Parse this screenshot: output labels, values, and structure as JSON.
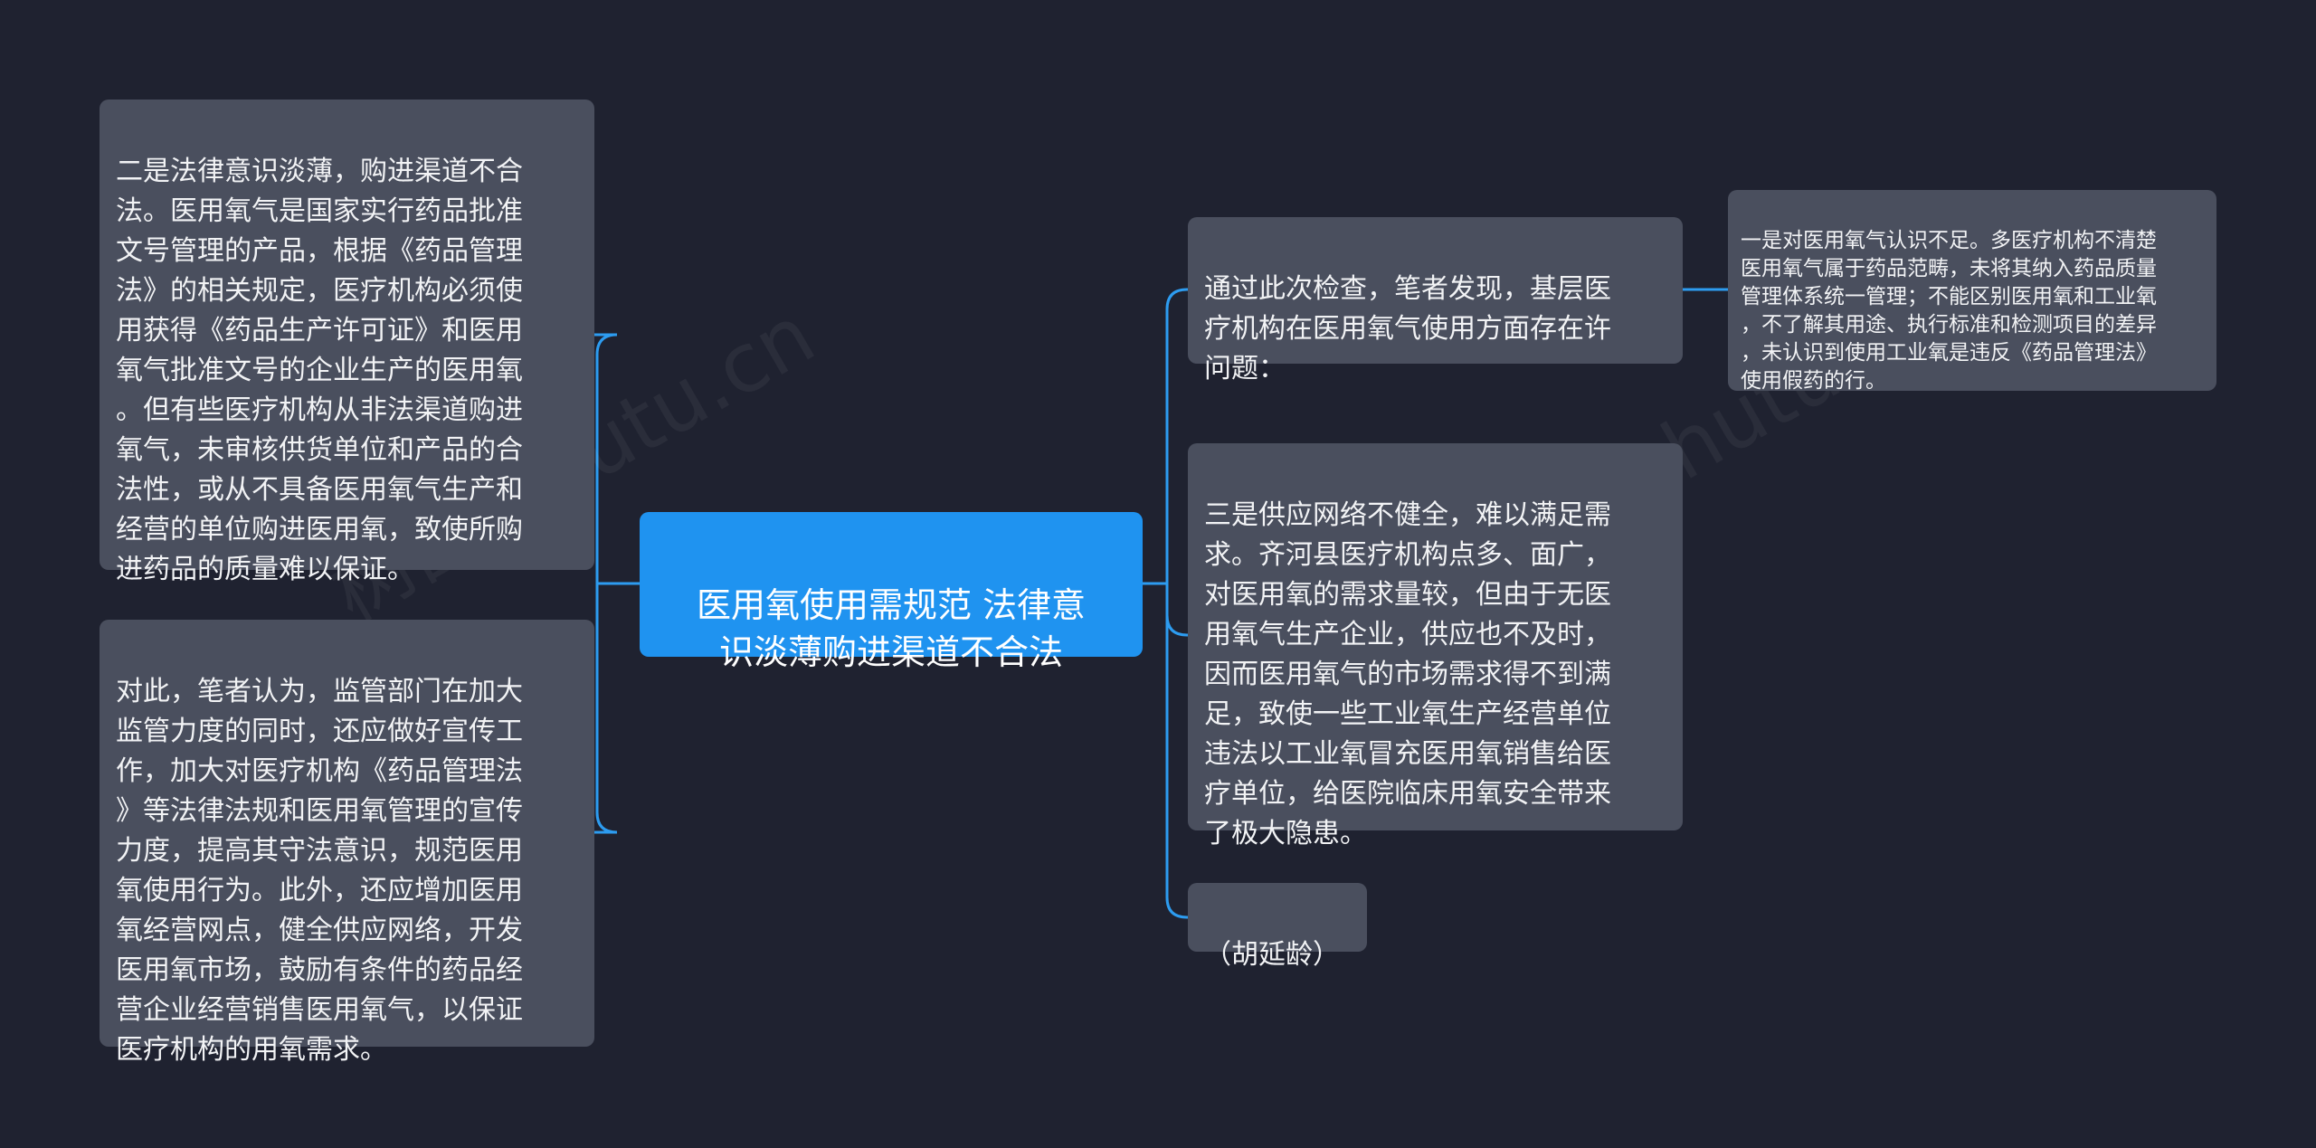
{
  "root": {
    "text": "医用氧使用需规范 法律意\n识淡薄购进渠道不合法"
  },
  "left_nodes": [
    {
      "text": "二是法律意识淡薄，购进渠道不合\n法。医用氧气是国家实行药品批准\n文号管理的产品，根据《药品管理\n法》的相关规定，医疗机构必须使\n用获得《药品生产许可证》和医用\n氧气批准文号的企业生产的医用氧\n。但有些医疗机构从非法渠道购进\n氧气，未审核供货单位和产品的合\n法性，或从不具备医用氧气生产和\n经营的单位购进医用氧，致使所购\n进药品的质量难以保证。"
    },
    {
      "text": "对此，笔者认为，监管部门在加大\n监管力度的同时，还应做好宣传工\n作，加大对医疗机构《药品管理法\n》等法律法规和医用氧管理的宣传\n力度，提高其守法意识，规范医用\n氧使用行为。此外，还应增加医用\n氧经营网点，健全供应网络，开发\n医用氧市场，鼓励有条件的药品经\n营企业经营销售医用氧气，以保证\n医疗机构的用氧需求。"
    }
  ],
  "right_nodes": [
    {
      "text": "通过此次检查，笔者发现，基层医\n疗机构在医用氧气使用方面存在许\n问题：",
      "child": {
        "text": "一是对医用氧气认识不足。多医疗机构不清楚\n医用氧气属于药品范畴，未将其纳入药品质量\n管理体系统一管理；不能区别医用氧和工业氧\n，不了解其用途、执行标准和检测项目的差异\n，未认识到使用工业氧是违反《药品管理法》\n使用假药的行。"
      }
    },
    {
      "text": "三是供应网络不健全，难以满足需\n求。齐河县医疗机构点多、面广，\n对医用氧的需求量较，但由于无医\n用氧气生产企业，供应也不及时，\n因而医用氧气的市场需求得不到满\n足，致使一些工业氧生产经营单位\n违法以工业氧冒充医用氧销售给医\n疗单位，给医院临床用氧安全带来\n了极大隐患。"
    },
    {
      "text": "（胡延龄）"
    }
  ],
  "colors": {
    "background": "#1f2230",
    "root": "#1f93f0",
    "node": "#4a4f5e",
    "connector": "#2d9cf0"
  }
}
